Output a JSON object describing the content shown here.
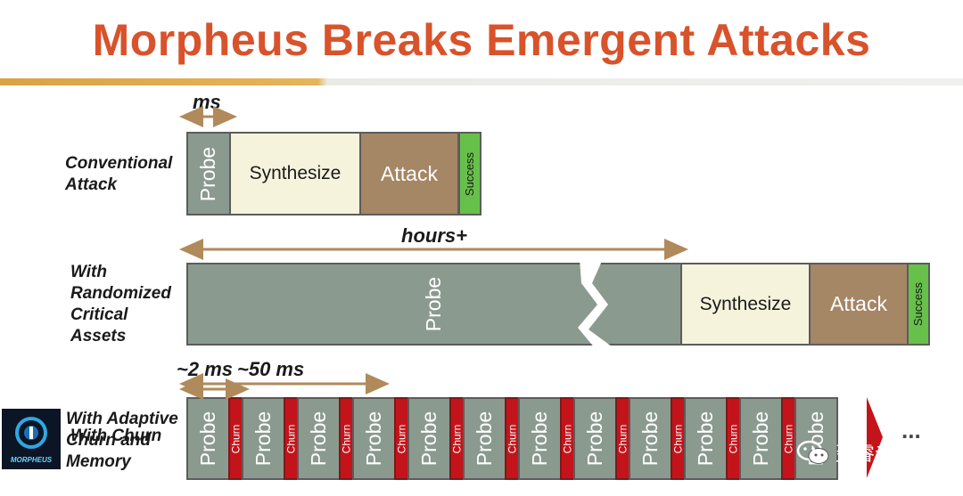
{
  "slide": {
    "title": "Morpheus Breaks Emergent Attacks",
    "colors": {
      "title": "#d8532b",
      "probe": "#8b9a8f",
      "synthesize": "#f6f3dc",
      "attack": "#a58665",
      "success": "#67c04a",
      "churn": "#c3141b",
      "scale_arrow": "#b08a5a"
    }
  },
  "rows": {
    "conventional": {
      "label_lines": [
        "Conventional",
        "Attack"
      ],
      "scale_label": "ms",
      "blocks": {
        "probe": "Probe",
        "synthesize": "Synthesize",
        "attack": "Attack",
        "success": "Success"
      }
    },
    "randomized": {
      "label_lines": [
        "With",
        "Randomized",
        "Critical",
        "Assets"
      ],
      "scale_label": "hours+",
      "blocks": {
        "probe": "Probe",
        "synthesize": "Synthesize",
        "attack": "Attack",
        "success": "Success"
      }
    },
    "churn": {
      "label_lines": [
        "With Adaptive",
        "Churn and",
        "Memory"
      ],
      "label_overlap_text": "With Churn",
      "scale_label_short": "~2 ms",
      "scale_label_long": "~50 ms",
      "probe_label": "Probe",
      "churn_label": "Churn",
      "ellipsis": "...",
      "probe_count": 12,
      "churn_count": 11
    }
  },
  "logo": {
    "text": "MORPHEUS",
    "icon": "morpheus-logo-icon"
  },
  "watermark": {
    "text": "歪睿老哥",
    "icon": "wechat-icon"
  }
}
